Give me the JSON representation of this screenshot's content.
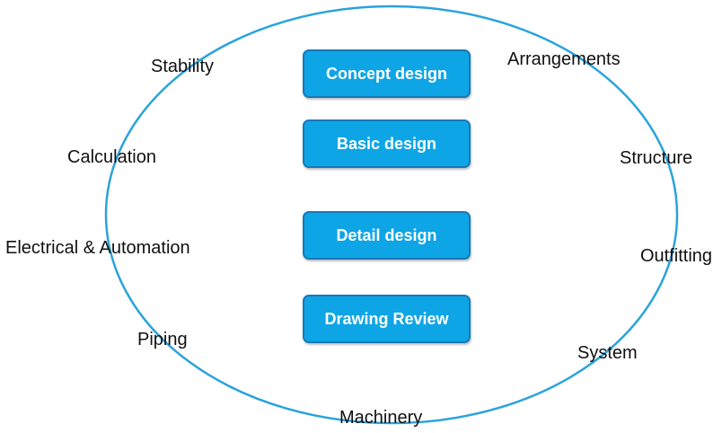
{
  "diagram": {
    "ring_color": "#2aa3dc",
    "box_fill": "#0ea5e6",
    "box_border": "#1779b8",
    "stages": [
      {
        "label": "Concept design"
      },
      {
        "label": "Basic design"
      },
      {
        "label": "Detail design"
      },
      {
        "label": "Drawing Review"
      }
    ],
    "topics": {
      "stability": "Stability",
      "arrangements": "Arrangements",
      "calculation": "Calculation",
      "structure": "Structure",
      "electrical_automation": "Electrical & Automation",
      "outfitting": "Outfitting",
      "piping": "Piping",
      "system": "System",
      "machinery": "Machinery"
    }
  }
}
